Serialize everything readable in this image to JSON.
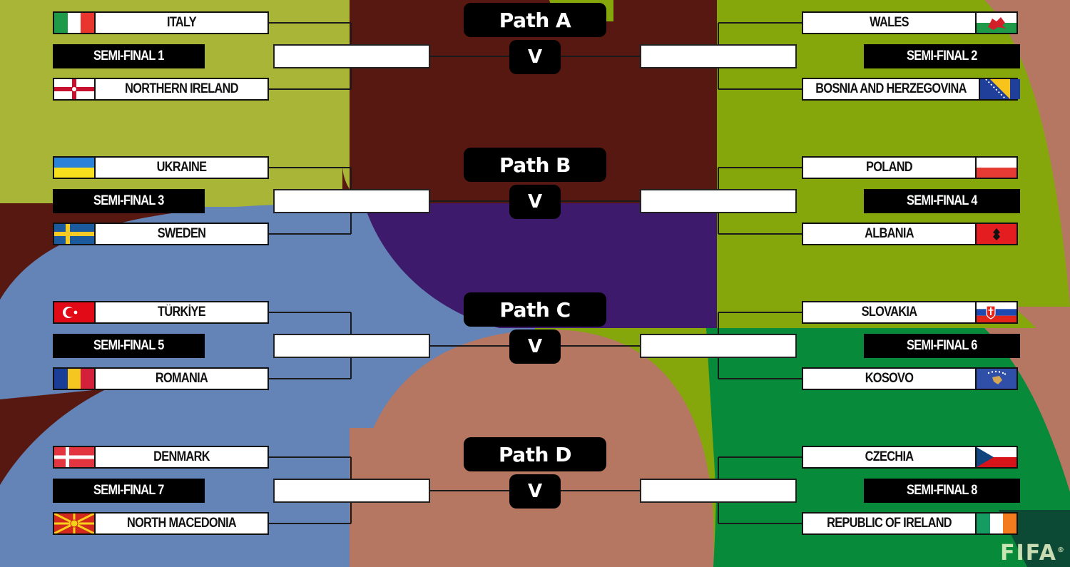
{
  "brand": {
    "logo": "FIFA",
    "registered": "®"
  },
  "colors": {
    "olive": "#a9b536",
    "maroon": "#561810",
    "lime": "#85a70b",
    "blue": "#6483b6",
    "purple": "#3d1a6b",
    "terracotta": "#b57762",
    "green": "#078a3a",
    "darkgreen": "#0d4a35"
  },
  "vs_label": "V",
  "paths": [
    {
      "label": "Path A",
      "left": {
        "semi_final": "SEMI-FINAL 1",
        "teams": [
          {
            "name": "ITALY",
            "flag": "italy-flag-icon"
          },
          {
            "name": "NORTHERN IRELAND",
            "flag": "northern-ireland-flag-icon"
          }
        ]
      },
      "right": {
        "semi_final": "SEMI-FINAL 2",
        "teams": [
          {
            "name": "WALES",
            "flag": "wales-flag-icon"
          },
          {
            "name": "BOSNIA AND HERZEGOVINA",
            "flag": "bosnia-flag-icon"
          }
        ]
      }
    },
    {
      "label": "Path B",
      "left": {
        "semi_final": "SEMI-FINAL 3",
        "teams": [
          {
            "name": "UKRAINE",
            "flag": "ukraine-flag-icon"
          },
          {
            "name": "SWEDEN",
            "flag": "sweden-flag-icon"
          }
        ]
      },
      "right": {
        "semi_final": "SEMI-FINAL 4",
        "teams": [
          {
            "name": "POLAND",
            "flag": "poland-flag-icon"
          },
          {
            "name": "ALBANIA",
            "flag": "albania-flag-icon"
          }
        ]
      }
    },
    {
      "label": "Path C",
      "left": {
        "semi_final": "SEMI-FINAL 5",
        "teams": [
          {
            "name": "TÜRKİYE",
            "flag": "turkiye-flag-icon"
          },
          {
            "name": "ROMANIA",
            "flag": "romania-flag-icon"
          }
        ]
      },
      "right": {
        "semi_final": "SEMI-FINAL 6",
        "teams": [
          {
            "name": "SLOVAKIA",
            "flag": "slovakia-flag-icon"
          },
          {
            "name": "KOSOVO",
            "flag": "kosovo-flag-icon"
          }
        ]
      }
    },
    {
      "label": "Path D",
      "left": {
        "semi_final": "SEMI-FINAL 7",
        "teams": [
          {
            "name": "DENMARK",
            "flag": "denmark-flag-icon"
          },
          {
            "name": "NORTH MACEDONIA",
            "flag": "north-macedonia-flag-icon"
          }
        ]
      },
      "right": {
        "semi_final": "SEMI-FINAL 8",
        "teams": [
          {
            "name": "CZECHIA",
            "flag": "czechia-flag-icon"
          },
          {
            "name": "REPUBLIC OF IRELAND",
            "flag": "ireland-flag-icon"
          }
        ]
      }
    }
  ]
}
